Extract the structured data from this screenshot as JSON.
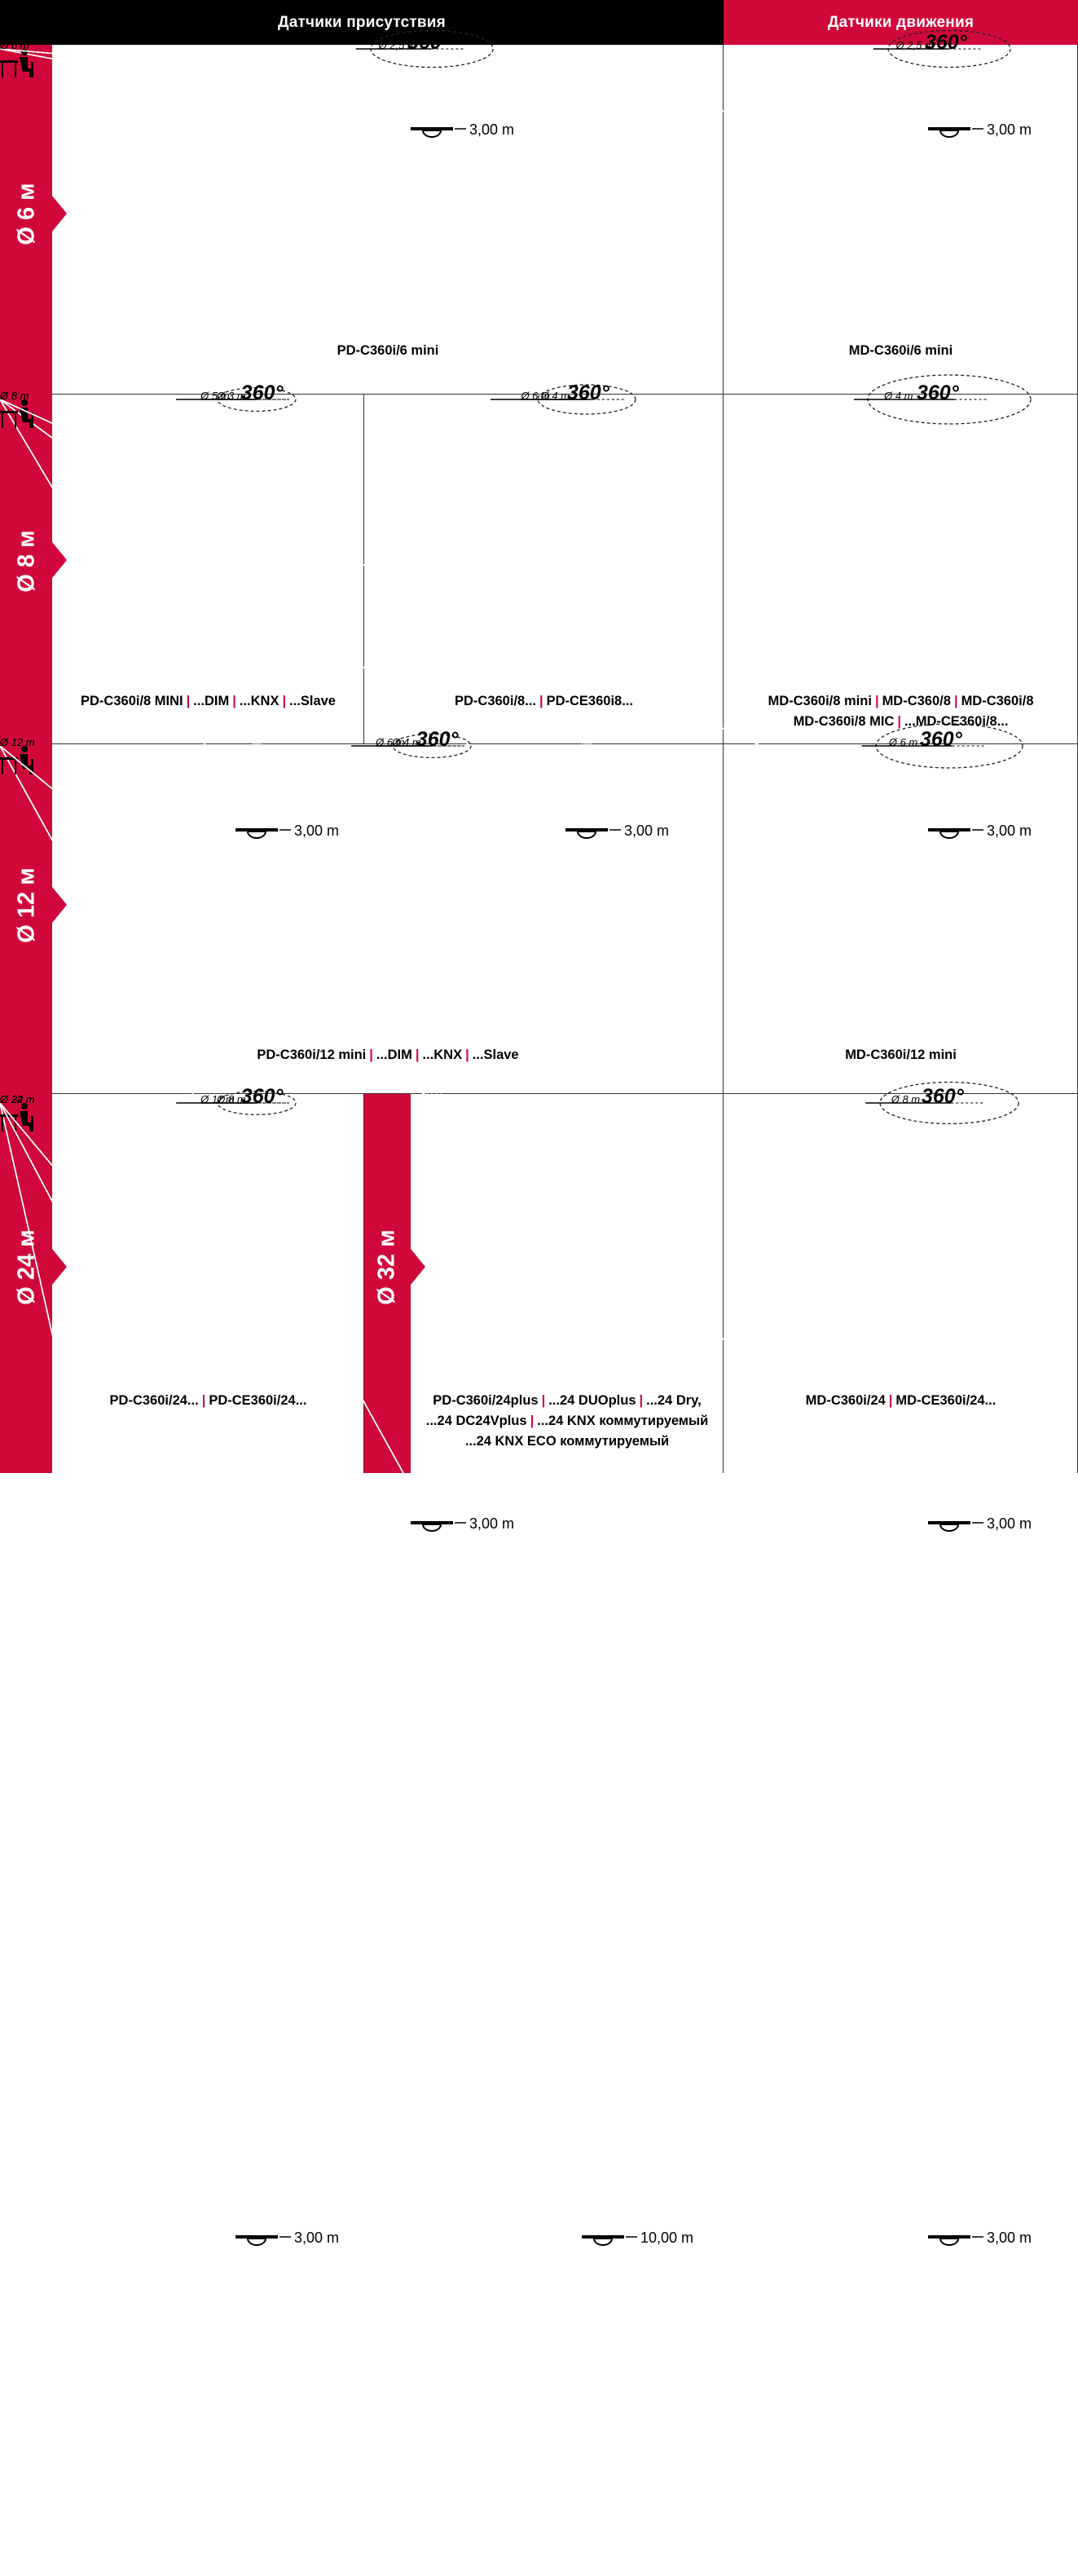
{
  "header": {
    "presence": "Датчики присутствия",
    "motion": "Датчики движения"
  },
  "rows": [
    {
      "label": "Ø 6 м"
    },
    {
      "label": "Ø 8 м"
    },
    {
      "label": "Ø 12 м"
    },
    {
      "label": "Ø 24 м"
    }
  ],
  "row4_inner_label": "Ø 32 м",
  "colors": {
    "brand_red": "#d0083a",
    "zone_pink": "#f08aa0"
  },
  "degree": "360°",
  "diagrams": [
    {
      "id": "r1p",
      "height": "3,00 m",
      "labels": [
        "Ø 2,5 m",
        "Ø 6 m"
      ],
      "caption": [
        "PD-C360i/6 mini"
      ]
    },
    {
      "id": "r1m",
      "height": "3,00 m",
      "labels": [
        "Ø 2,5 m",
        "Ø 6 m"
      ],
      "caption": [
        "MD-C360i/6 mini"
      ]
    },
    {
      "id": "r2a",
      "height": "3,00 m",
      "labels": [
        "Ø 3 m",
        "Ø 5 m",
        "Ø 8 m"
      ],
      "caption": [
        "PD-C360i/8 MINI",
        "...DIM",
        "...KNX",
        "...Slave"
      ]
    },
    {
      "id": "r2b",
      "height": "3,00 m",
      "labels": [
        "Ø 4 m",
        "Ø 6 m",
        "Ø 8 m"
      ],
      "caption": [
        "PD-C360i/8...",
        "PD-CE360i8..."
      ]
    },
    {
      "id": "r2m",
      "height": "3,00 m",
      "labels": [
        "Ø 4 m",
        "Ø 8 m"
      ],
      "caption": [
        "MD-C360i/8 mini",
        "MD-C360/8",
        "MD-C360i/8"
      ],
      "caption2": [
        "MD-C360i/8 MIC",
        "...MD-CE360i/8..."
      ]
    },
    {
      "id": "r3p",
      "height": "3,00 m",
      "labels": [
        "Ø 4 m",
        "Ø 6 m",
        "Ø 12 m"
      ],
      "caption": [
        "PD-C360i/12 mini",
        "...DIM",
        "...KNX",
        "...Slave"
      ]
    },
    {
      "id": "r3m",
      "height": "3,00 m",
      "labels": [
        "Ø 6 m",
        "Ø 12 m"
      ],
      "caption": [
        "MD-C360i/12 mini"
      ]
    },
    {
      "id": "r4a",
      "height": "3,00 m",
      "labels": [
        "Ø 8 m",
        "Ø 11 m",
        "Ø 24 m"
      ],
      "caption": [
        "PD-C360i/24...",
        "PD-CE360i/24..."
      ]
    },
    {
      "id": "r4b",
      "height": "10,00 m",
      "labels": [
        "Ø 32 m"
      ],
      "caption": [
        "PD-C360i/24plus",
        "...24 DUOplus",
        "...24 Dry,"
      ],
      "caption2": [
        "...24 DC24Vplus",
        "...24 KNX коммутируемый"
      ],
      "caption3": [
        "...24 KNX ECO коммутируемый"
      ]
    },
    {
      "id": "r4m",
      "height": "3,00 m",
      "labels": [
        "Ø 8 m",
        "Ø 24 m"
      ],
      "caption": [
        "MD-C360i/24",
        "MD-CE360i/24..."
      ]
    }
  ]
}
